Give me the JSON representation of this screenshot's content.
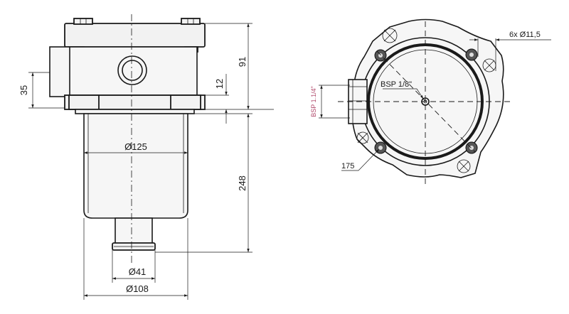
{
  "side_view": {
    "dim_inlet_height": "35",
    "dim_head_height": "91",
    "dim_flange": "12",
    "dim_bowl_diameter": "Ø125",
    "dim_total_height": "248",
    "dim_outlet_diameter": "Ø41",
    "dim_body_diameter": "Ø108"
  },
  "top_view": {
    "dim_holes": "6x Ø11,5",
    "label_gauge_port": "BSP 1/8\"",
    "label_inlet_port": "BSP 1.1/4\"",
    "dim_pitch": "175"
  }
}
